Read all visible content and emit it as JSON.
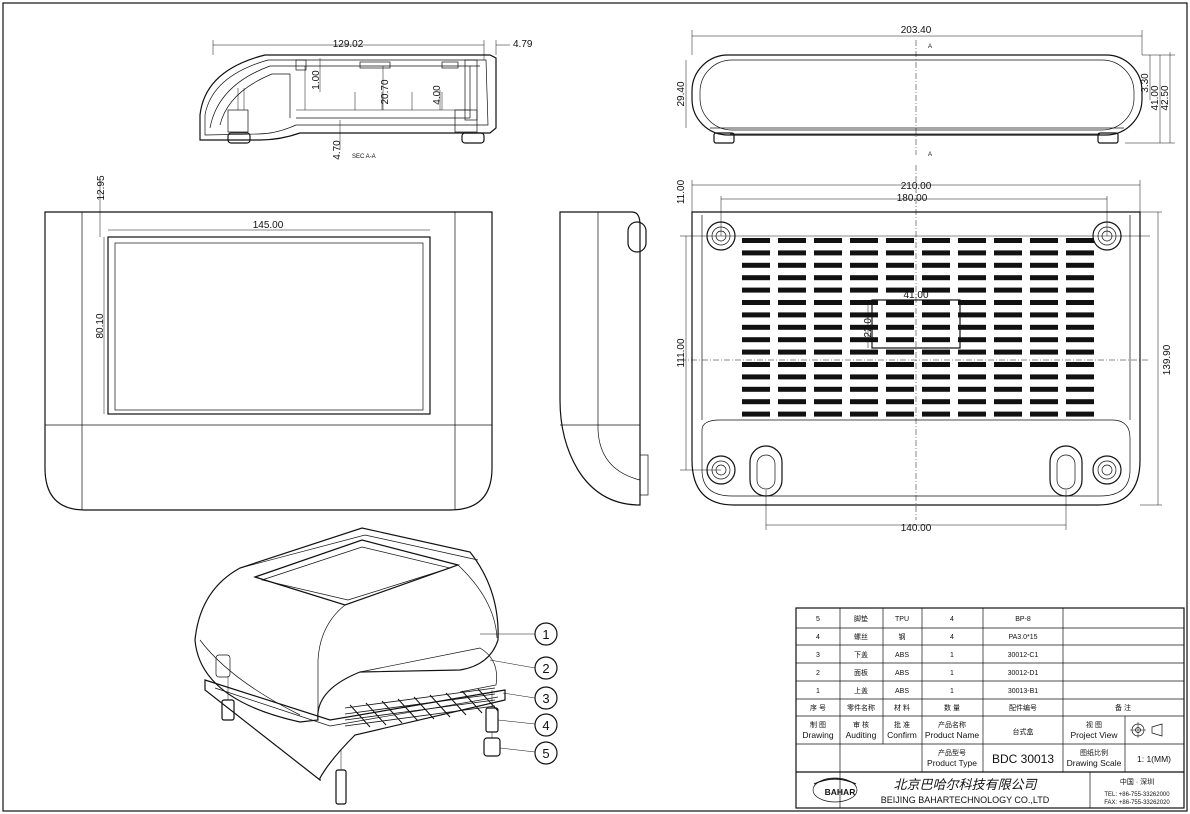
{
  "section_view": {
    "dims": [
      "129.02",
      "4.79",
      "1.00",
      "20.70",
      "4.00",
      "4.70"
    ],
    "caption": "SEC A-A"
  },
  "top_right_view": {
    "dims": [
      "203.40",
      "29.40",
      "3.30",
      "41.00",
      "42.50"
    ],
    "section_marks": [
      "A",
      "A"
    ]
  },
  "front_view": {
    "dims": [
      "12.95",
      "145.00",
      "80.10"
    ]
  },
  "bottom_view": {
    "dims": [
      "210.00",
      "180.00",
      "11.00",
      "41.00",
      "22.00",
      "111.00",
      "139.90",
      "140.00"
    ]
  },
  "balloons": [
    "1",
    "2",
    "3",
    "4",
    "5"
  ],
  "bom": [
    {
      "no": "5",
      "name": "脚垫",
      "material": "TPU",
      "qty": "4",
      "code": "BP-8",
      "remark": ""
    },
    {
      "no": "4",
      "name": "螺丝",
      "material": "钢",
      "qty": "4",
      "code": "PA3.0*15",
      "remark": ""
    },
    {
      "no": "3",
      "name": "下盖",
      "material": "ABS",
      "qty": "1",
      "code": "30012-C1",
      "remark": ""
    },
    {
      "no": "2",
      "name": "面板",
      "material": "ABS",
      "qty": "1",
      "code": "30012-D1",
      "remark": ""
    },
    {
      "no": "1",
      "name": "上盖",
      "material": "ABS",
      "qty": "1",
      "code": "30013-B1",
      "remark": ""
    }
  ],
  "bom_header": {
    "no": "序 号",
    "name": "零件名称",
    "material": "材 料",
    "qty": "数 量",
    "code": "配件编号",
    "remark": "备 注"
  },
  "title_block": {
    "drawing_cn": "制 图",
    "drawing_en": "Drawing",
    "auditing_cn": "审 核",
    "auditing_en": "Auditing",
    "confirm_cn": "批 准",
    "confirm_en": "Confirm",
    "product_name_cn": "产品名称",
    "product_name_en": "Product Name",
    "product_name_value": "台式盒",
    "project_view_cn": "视 图",
    "project_view_en": "Project View",
    "product_type_cn": "产品型号",
    "product_type_en": "Product Type",
    "product_type_value": "BDC 30013",
    "scale_cn": "图纸比例",
    "scale_en": "Drawing Scale",
    "scale_value": "1: 1(MM)",
    "company_cn": "北京巴哈尔科技有限公司",
    "company_en": "BEIJING BAHARTECHNOLOGY CO.,LTD",
    "logo_text": "BAHAR",
    "location": "中国 · 深圳",
    "tel": "TEL: +86-755-33262000",
    "fax": "FAX: +86-755-33262020"
  }
}
